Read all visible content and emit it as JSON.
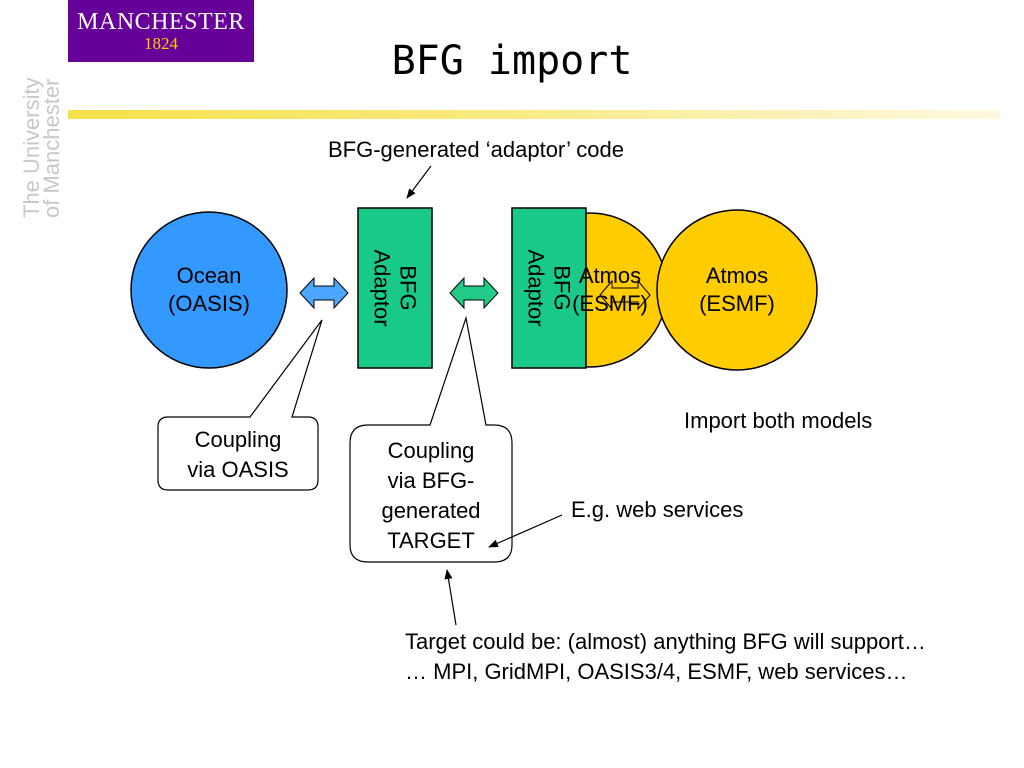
{
  "logo": {
    "name": "MANCHESTER",
    "year": "1824"
  },
  "side_text": {
    "line1": "The University",
    "line2": "of Manchester"
  },
  "title": "BFG import",
  "labels": {
    "adaptor_code": "BFG-generated ‘adaptor’ code",
    "import_both": "Import both models",
    "web_services": "E.g. web services",
    "target_line1": "Target could be: (almost) anything BFG will support…",
    "target_line2": "… MPI, GridMPI, OASIS3/4, ESMF, web services…"
  },
  "nodes": {
    "ocean": {
      "line1": "Ocean",
      "line2": "(OASIS)"
    },
    "atmos_back": {
      "line1": "Atmos",
      "line2": "(ESMF)"
    },
    "atmos": {
      "line1": "Atmos",
      "line2": "(ESMF)"
    },
    "adaptor_left": {
      "line1": "BFG",
      "line2": "Adaptor"
    },
    "adaptor_right": {
      "line1": "BFG",
      "line2": "Adaptor"
    }
  },
  "callouts": {
    "oasis": {
      "line1": "Coupling",
      "line2": "via OASIS"
    },
    "bfg": {
      "line1": "Coupling",
      "line2": "via BFG-",
      "line3": "generated",
      "line4": "TARGET"
    }
  },
  "colors": {
    "brand_purple": "#660099",
    "ocean_blue": "#3399ff",
    "atmos_yellow": "#ffcc00",
    "adaptor_green": "#19c98a",
    "arrow_blue": "#4da6ff",
    "arrow_green": "#22cc88",
    "arrow_yellow": "#ffcc00"
  }
}
